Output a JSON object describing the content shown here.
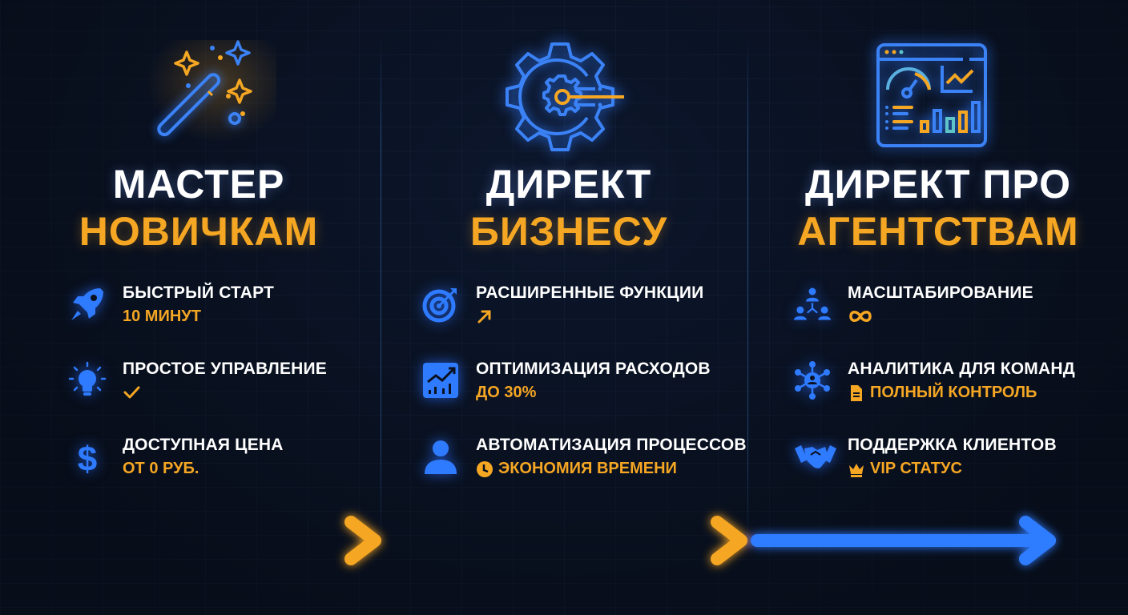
{
  "colors": {
    "background": "#0a1120",
    "accent_blue": "#2f7bff",
    "accent_orange": "#f5a623",
    "text_white": "#ffffff"
  },
  "columns": [
    {
      "icon": "magic-wand-icon",
      "title_line1": "МАСТЕР",
      "title_line2": "НОВИЧКАМ",
      "features": [
        {
          "icon": "rocket-icon",
          "title": "БЫСТРЫЙ СТАРТ",
          "subtitle": "10 МИНУТ",
          "sub_icon": ""
        },
        {
          "icon": "lightbulb-icon",
          "title": "ПРОСТОЕ УПРАВЛЕНИЕ",
          "subtitle": "✓",
          "sub_icon": "checkmark-icon"
        },
        {
          "icon": "dollar-icon",
          "title": "ДОСТУПНАЯ ЦЕНА",
          "subtitle": "ОТ 0 РУБ.",
          "sub_icon": ""
        }
      ]
    },
    {
      "icon": "gear-icon",
      "title_line1": "ДИРЕКТ",
      "title_line2": "БИЗНЕСУ",
      "features": [
        {
          "icon": "target-icon",
          "title": "РАСШИРЕННЫЕ ФУНКЦИИ",
          "subtitle": "↗",
          "sub_icon": "arrow-up-right-icon"
        },
        {
          "icon": "growth-chart-icon",
          "title": "ОПТИМИЗАЦИЯ РАСХОДОВ",
          "subtitle": "ДО 30%",
          "sub_icon": ""
        },
        {
          "icon": "user-icon",
          "title": "АВТОМАТИЗАЦИЯ ПРОЦЕССОВ",
          "subtitle": "ЭКОНОМИЯ ВРЕМЕНИ",
          "sub_icon": "clock-icon"
        }
      ]
    },
    {
      "icon": "dashboard-icon",
      "title_line1": "ДИРЕКТ ПРО",
      "title_line2": "АГЕНТСТВАМ",
      "features": [
        {
          "icon": "team-hierarchy-icon",
          "title": "МАСШТАБИРОВАНИЕ",
          "subtitle": "∞",
          "sub_icon": "infinity-icon"
        },
        {
          "icon": "network-icon",
          "title": "АНАЛИТИКА ДЛЯ КОМАНД",
          "subtitle": "ПОЛНЫЙ КОНТРОЛЬ",
          "sub_icon": "document-icon"
        },
        {
          "icon": "handshake-icon",
          "title": "ПОДДЕРЖКА КЛИЕНТОВ",
          "subtitle": "VIP СТАТУС",
          "sub_icon": "crown-icon"
        }
      ]
    }
  ],
  "progress_arrow": {
    "segments": 3,
    "labels": []
  }
}
